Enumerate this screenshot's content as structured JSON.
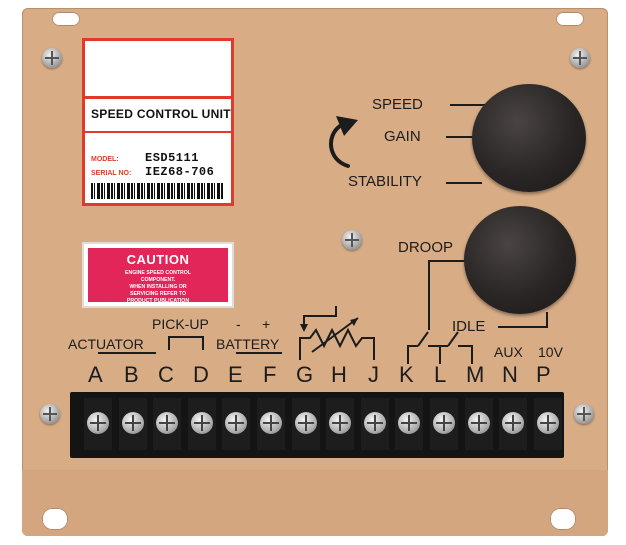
{
  "label": {
    "title": "SPEED CONTROL UNIT",
    "model_key": "MODEL:",
    "model_value": "ESD5111",
    "serial_key": "SERIAL NO:",
    "serial_value": "IEZ68-706"
  },
  "caution": {
    "title": "CAUTION",
    "line1": "ENGINE SPEED CONTROL",
    "line2": "COMPONENT.",
    "line3": "WHEN INSTALLING OR",
    "line4": "SERVICING REFER TO",
    "line5": "PRODUCT PUBLICATION"
  },
  "adjustments": {
    "speed": "SPEED",
    "gain": "GAIN",
    "stability": "STABILITY",
    "droop": "DROOP",
    "idle": "IDLE"
  },
  "groups": {
    "pickup": "PICK-UP",
    "actuator": "ACTUATOR",
    "battery": "BATTERY",
    "minus": "-",
    "plus": "+",
    "aux": "AUX",
    "aux_voltage": "10V"
  },
  "terminals": [
    "A",
    "B",
    "C",
    "D",
    "E",
    "F",
    "G",
    "H",
    "J",
    "K",
    "L",
    "M",
    "N",
    "P"
  ],
  "colors": {
    "plate": "#d8ad86",
    "label_red": "#e03a2c",
    "caution_pink": "#e3265a",
    "knob": "#2a2626",
    "terminal_block": "#141414"
  }
}
